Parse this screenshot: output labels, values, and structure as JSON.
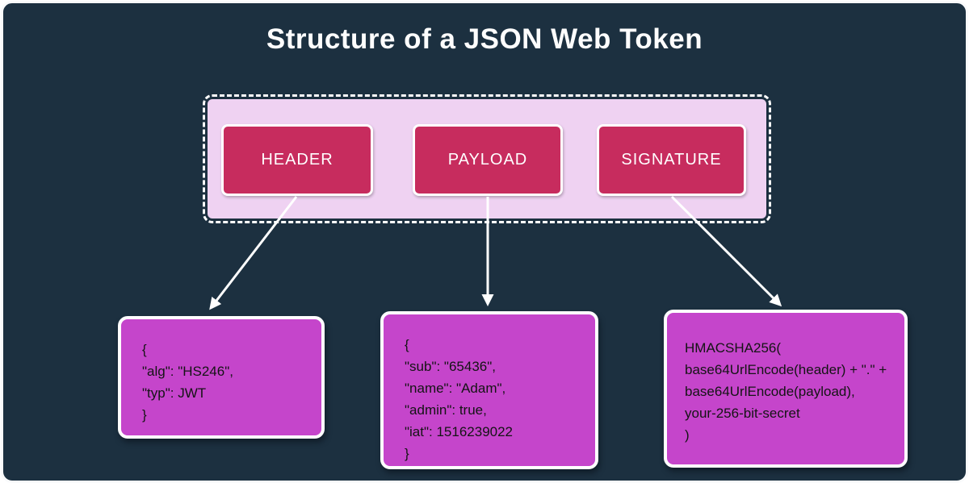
{
  "header": {
    "title": "Structure of a JSON Web Token"
  },
  "token_container": {
    "parts": [
      {
        "label": "HEADER"
      },
      {
        "label": "PAYLOAD"
      },
      {
        "label": "SIGNATURE"
      }
    ]
  },
  "detail_boxes": {
    "header_json": {
      "lines": [
        "{",
        "\"alg\": \"HS246\",",
        "\"typ\": JWT",
        "}"
      ]
    },
    "payload_json": {
      "lines": [
        "{",
        "\"sub\": \"65436\",",
        "\"name\": \"Adam\",",
        "\"admin\": true,",
        "\"iat\": 1516239022",
        "}"
      ]
    },
    "signature_code": {
      "lines": [
        "HMACSHA256(",
        "base64UrlEncode(header) + \".\" +",
        "base64UrlEncode(payload),",
        "your-256-bit-secret",
        ")"
      ]
    }
  },
  "colors": {
    "background": "#1c3040",
    "frame_border": "#f9fafb",
    "container_fill": "#efd2f2",
    "container_dash": "#ffffff",
    "part_fill": "#c72c5e",
    "part_text": "#ffffff",
    "detail_fill": "#c545cb",
    "detail_text": "#141414",
    "arrow": "#ffffff",
    "title_text": "#fdfdfd"
  }
}
